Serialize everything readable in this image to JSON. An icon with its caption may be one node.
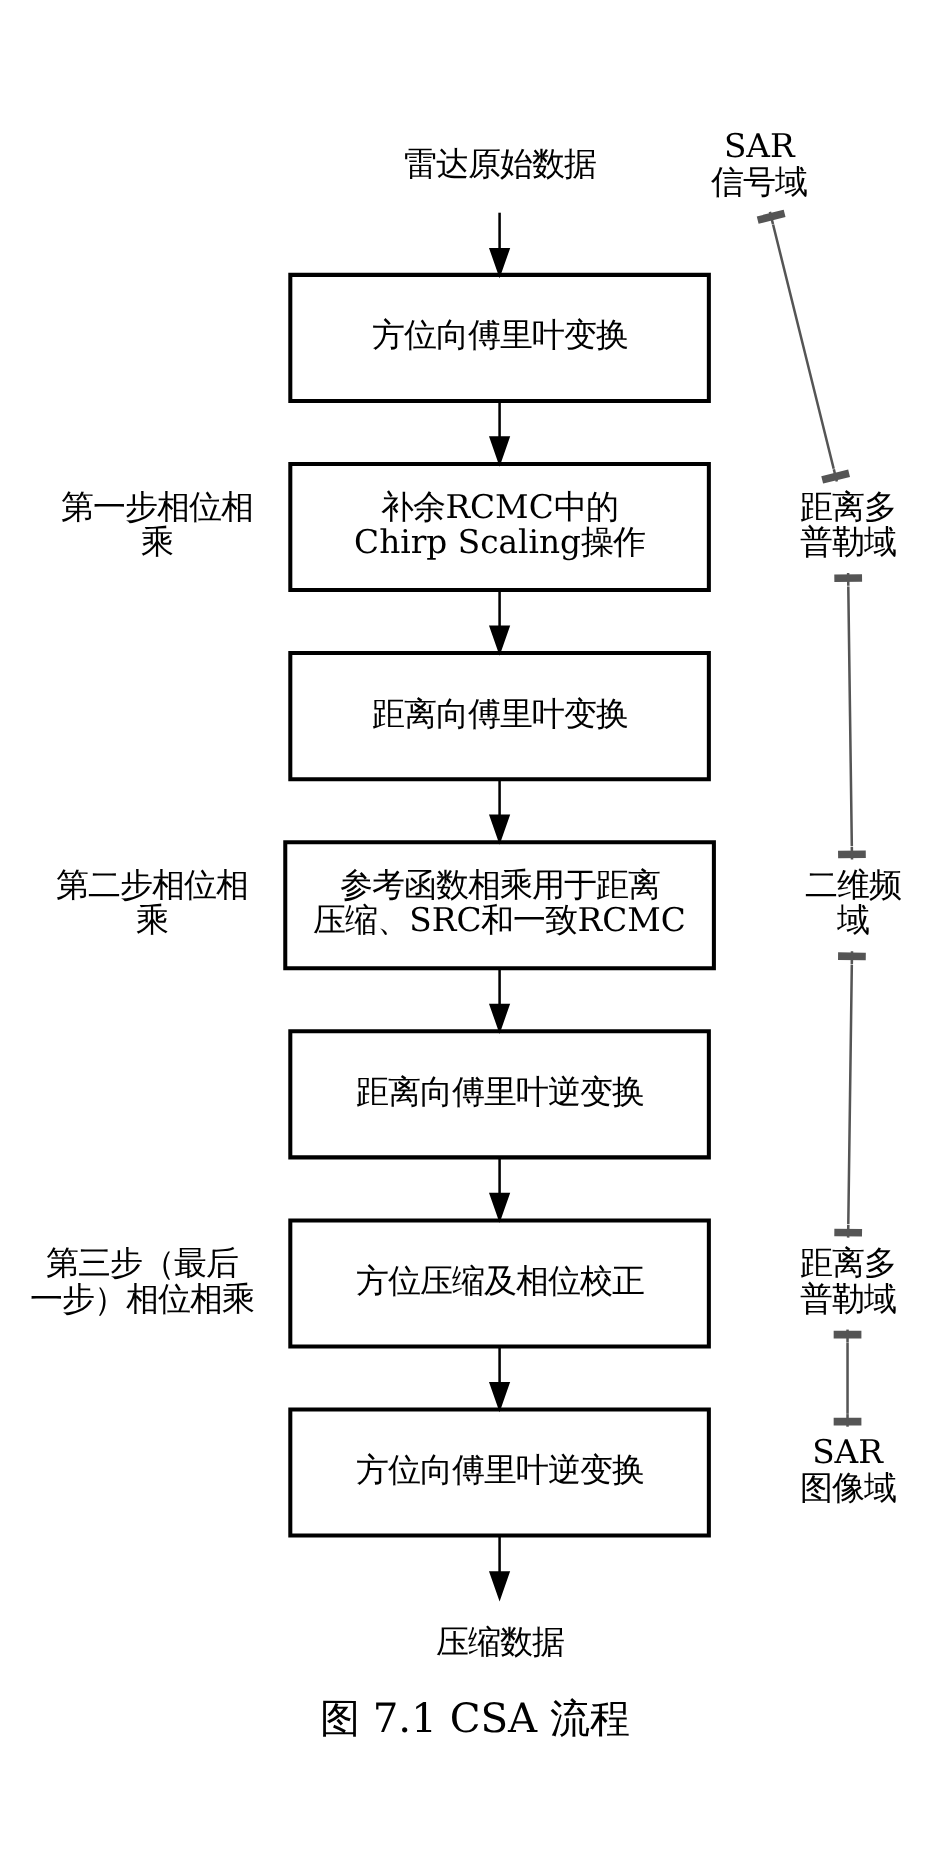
{
  "diagram": {
    "caption": "图 7.1 CSA 流程",
    "nodes": [
      {
        "text": [
          "雷达原始数据"
        ]
      },
      {
        "text": [
          "方位向傅里叶变换"
        ]
      },
      {
        "text": [
          "补余RCMC中的 Chirp Scaling操作"
        ],
        "beside": [
          "第一步相位相乘"
        ]
      },
      {
        "text": [
          "距离向傅里叶变换"
        ]
      },
      {
        "text": [
          "参考函数相乘用于距离压缩、SRC和一致RCMC"
        ],
        "beside": [
          "第二步相位相乘"
        ]
      },
      {
        "text": [
          "距离向傅里叶逆变换"
        ]
      },
      {
        "text": [
          "方位压缩及相位校正"
        ],
        "beside": [
          "第三步（最后一步）相位相乘"
        ]
      },
      {
        "text": [
          "方位向傅里叶逆变换"
        ]
      },
      {
        "text": [
          "压缩数据"
        ]
      }
    ],
    "edges": [
      {
        "from": 0,
        "to": 1,
        "arrow": "to"
      },
      {
        "from": 1,
        "to": 2,
        "arrow": "to"
      },
      {
        "from": 2,
        "to": 3,
        "arrow": "to"
      },
      {
        "from": 3,
        "to": 4,
        "arrow": "to"
      },
      {
        "from": 4,
        "to": 5,
        "arrow": "to"
      },
      {
        "from": 5,
        "to": 6,
        "arrow": "to"
      },
      {
        "from": 6,
        "to": 7,
        "arrow": "to"
      },
      {
        "from": 7,
        "to": 8,
        "arrow": "to"
      }
    ],
    "labels": [
      "SAR信号域",
      "距离多普勒域",
      "二维频域",
      "距离多普勒域",
      "SAR图像域"
    ]
  }
}
